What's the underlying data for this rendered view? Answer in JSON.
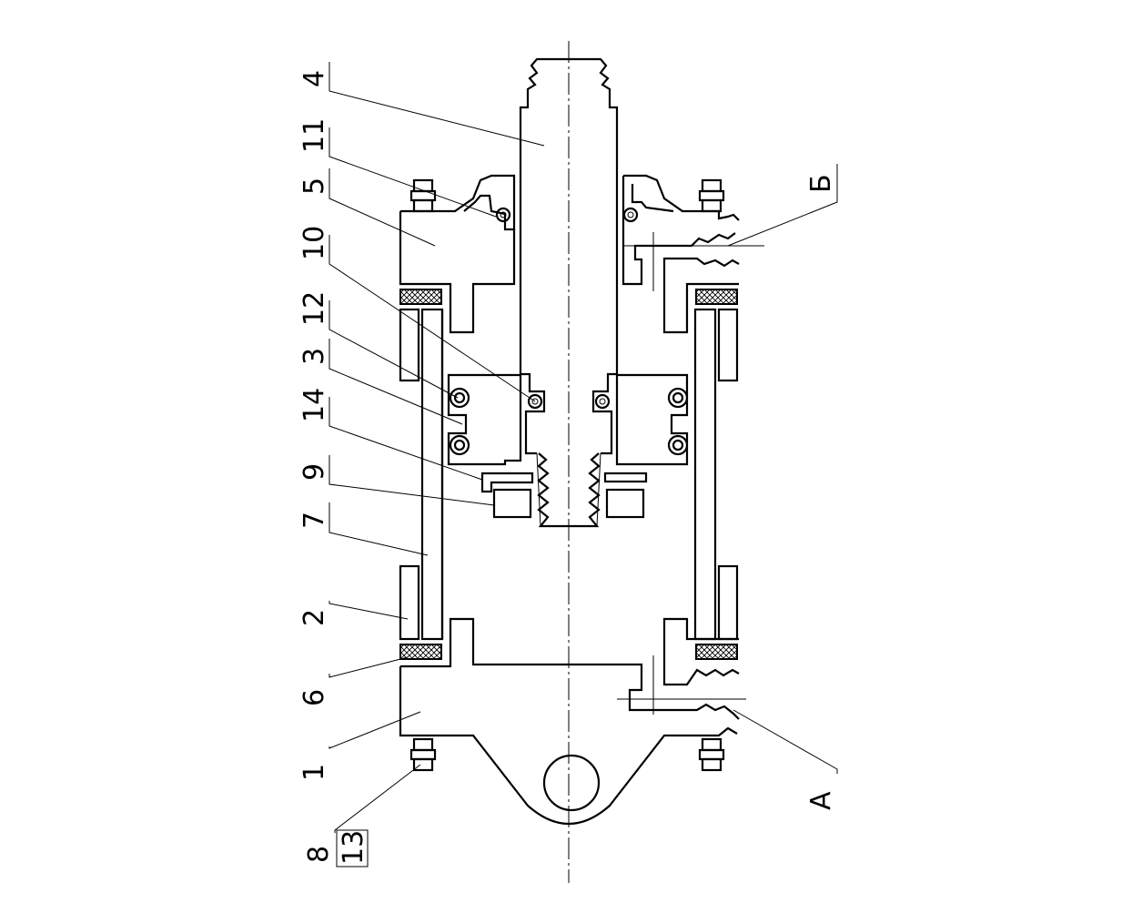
{
  "labels": {
    "l1": "1",
    "l2": "2",
    "l3": "3",
    "l4": "4",
    "l5": "5",
    "l6": "6",
    "l7": "7",
    "l8": "8",
    "l9": "9",
    "l10": "10",
    "l11": "11",
    "l12": "12",
    "l13": "13",
    "l14": "14",
    "sectionA": "A",
    "sectionB": "Б"
  }
}
